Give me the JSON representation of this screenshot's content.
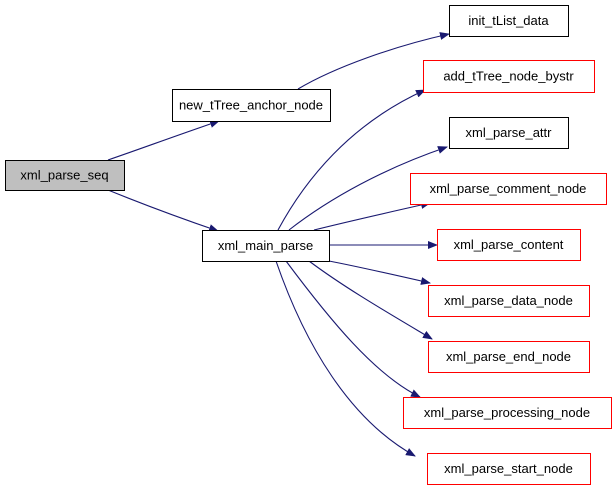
{
  "colors": {
    "edge": "#191970",
    "root_fill": "#bfbfbf",
    "node_fill": "#ffffff",
    "border_documented": "#000000",
    "border_undocumented": "#ff0000"
  },
  "nodes": [
    {
      "id": "xml_parse_seq",
      "label": "xml_parse_seq",
      "kind": "root"
    },
    {
      "id": "new_tTree_anchor_node",
      "label": "new_tTree_anchor_node",
      "kind": "documented"
    },
    {
      "id": "xml_main_parse",
      "label": "xml_main_parse",
      "kind": "documented"
    },
    {
      "id": "init_tList_data",
      "label": "init_tList_data",
      "kind": "documented"
    },
    {
      "id": "add_tTree_node_bystr",
      "label": "add_tTree_node_bystr",
      "kind": "undocumented"
    },
    {
      "id": "xml_parse_attr",
      "label": "xml_parse_attr",
      "kind": "documented"
    },
    {
      "id": "xml_parse_comment_node",
      "label": "xml_parse_comment_node",
      "kind": "undocumented"
    },
    {
      "id": "xml_parse_content",
      "label": "xml_parse_content",
      "kind": "undocumented"
    },
    {
      "id": "xml_parse_data_node",
      "label": "xml_parse_data_node",
      "kind": "undocumented"
    },
    {
      "id": "xml_parse_end_node",
      "label": "xml_parse_end_node",
      "kind": "undocumented"
    },
    {
      "id": "xml_parse_processing_node",
      "label": "xml_parse_processing_node",
      "kind": "undocumented"
    },
    {
      "id": "xml_parse_start_node",
      "label": "xml_parse_start_node",
      "kind": "undocumented"
    }
  ],
  "edges": [
    {
      "from": "xml_parse_seq",
      "to": "new_tTree_anchor_node"
    },
    {
      "from": "xml_parse_seq",
      "to": "xml_main_parse"
    },
    {
      "from": "new_tTree_anchor_node",
      "to": "init_tList_data"
    },
    {
      "from": "xml_main_parse",
      "to": "add_tTree_node_bystr"
    },
    {
      "from": "xml_main_parse",
      "to": "xml_parse_attr"
    },
    {
      "from": "xml_main_parse",
      "to": "xml_parse_comment_node"
    },
    {
      "from": "xml_main_parse",
      "to": "xml_parse_content"
    },
    {
      "from": "xml_main_parse",
      "to": "xml_parse_data_node"
    },
    {
      "from": "xml_main_parse",
      "to": "xml_parse_end_node"
    },
    {
      "from": "xml_main_parse",
      "to": "xml_parse_processing_node"
    },
    {
      "from": "xml_main_parse",
      "to": "xml_parse_start_node"
    }
  ]
}
